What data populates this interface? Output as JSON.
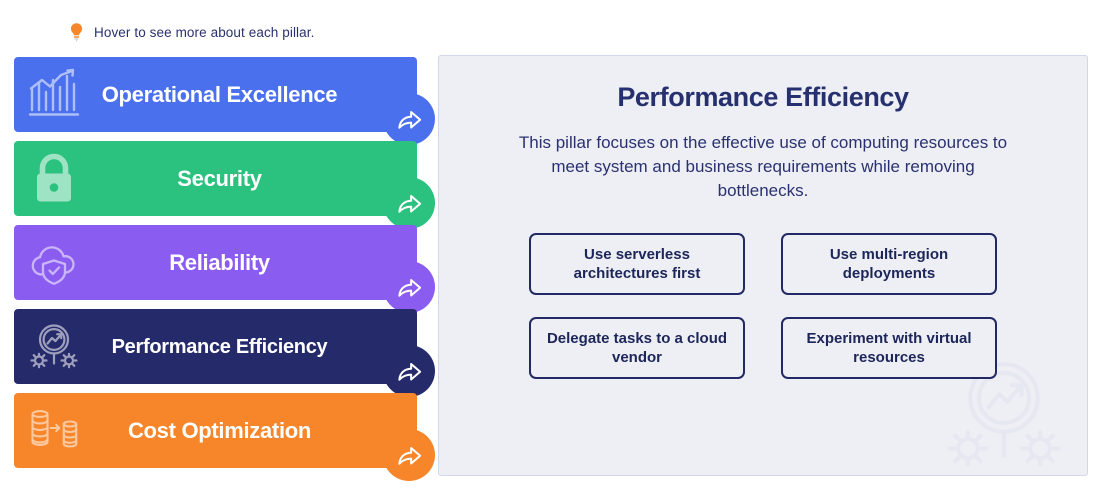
{
  "hint": {
    "icon": "lightbulb-icon",
    "text": "Hover to see more about each pillar."
  },
  "pillars": [
    {
      "label": "Operational Excellence",
      "color": "#4b70ee",
      "icon": "bar-chart-growth-icon",
      "arrow": "share-arrow-icon"
    },
    {
      "label": "Security",
      "color": "#2bc17e",
      "icon": "padlock-icon",
      "arrow": "share-arrow-icon"
    },
    {
      "label": "Reliability",
      "color": "#8b5cf0",
      "icon": "cloud-shield-check-icon",
      "arrow": "share-arrow-icon"
    },
    {
      "label": "Performance Efficiency",
      "color": "#252a6b",
      "icon": "gauge-gears-icon",
      "arrow": "share-arrow-icon"
    },
    {
      "label": "Cost Optimization",
      "color": "#f7862a",
      "icon": "coin-stacks-transfer-icon",
      "arrow": "share-arrow-icon"
    }
  ],
  "panel": {
    "title": "Performance Efficiency",
    "description": "This pillar focuses on the effective use of computing resources to meet system and business requirements while removing bottlenecks.",
    "watermark_icon": "gauge-gears-watermark-icon",
    "recommendations": [
      "Use serverless architectures first",
      "Use multi-region deployments",
      "Delegate tasks to a cloud vendor",
      "Experiment with virtual resources"
    ]
  },
  "colors": {
    "panel_background": "#edeff5",
    "panel_border": "#d3d8e8",
    "navy_text": "#27306e",
    "accent_orange": "#f7862a"
  }
}
